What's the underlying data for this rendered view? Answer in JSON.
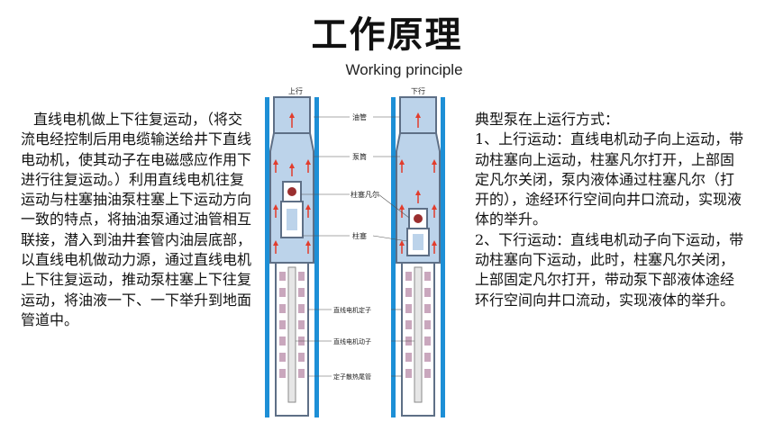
{
  "title": "工作原理",
  "subtitle": "Working principle",
  "left_paragraph": "直线电机做上下往复运动，（将交流电经控制后用电缆输送给井下直线电动机，使其动子在电磁感应作用下进行往复运动。）利用直线电机往复运动与柱塞抽油泵柱塞上下运动方向一致的特点，将抽油泵通过油管相互联接，潜入到油井套管内油层底部，以直线电机做动力源，通过直线电机上下往复运动，推动泵柱塞上下往复运动，将油液一下、一下举升到地面管道中。",
  "right": {
    "heading": "典型泵在上运行方式：",
    "item1": "1、上行运动：直线电机动子向上运动，带动柱塞向上运动，柱塞凡尔打开，上部固定凡尔关闭，泵内液体通过柱塞凡尔（打开的），途经环行空间向井口流动，实现液体的举升。",
    "item2": "2、下行运动：直线电机动子向下运动，带动柱塞向下运动，此时，柱塞凡尔关闭，上部固定凡尔打开，带动泵下部液体途经环行空间向井口流动，实现液体的举升。"
  },
  "diagram": {
    "label_up": "上行",
    "label_down": "下行",
    "part_oil_pipe": "油管",
    "part_pump_barrel": "泵筒",
    "part_plunger_valve": "柱塞凡尔",
    "part_plunger": "柱塞",
    "part_stator": "直线电机定子",
    "part_mover": "直线电机动子",
    "part_tail_pipe": "定子散热尾管",
    "colors": {
      "casing": "#1d8fd6",
      "fluid": "#bcd3ea",
      "metal": "#5e6f86",
      "arrow": "#e23c2c",
      "coil": "#c9a7bd"
    }
  }
}
